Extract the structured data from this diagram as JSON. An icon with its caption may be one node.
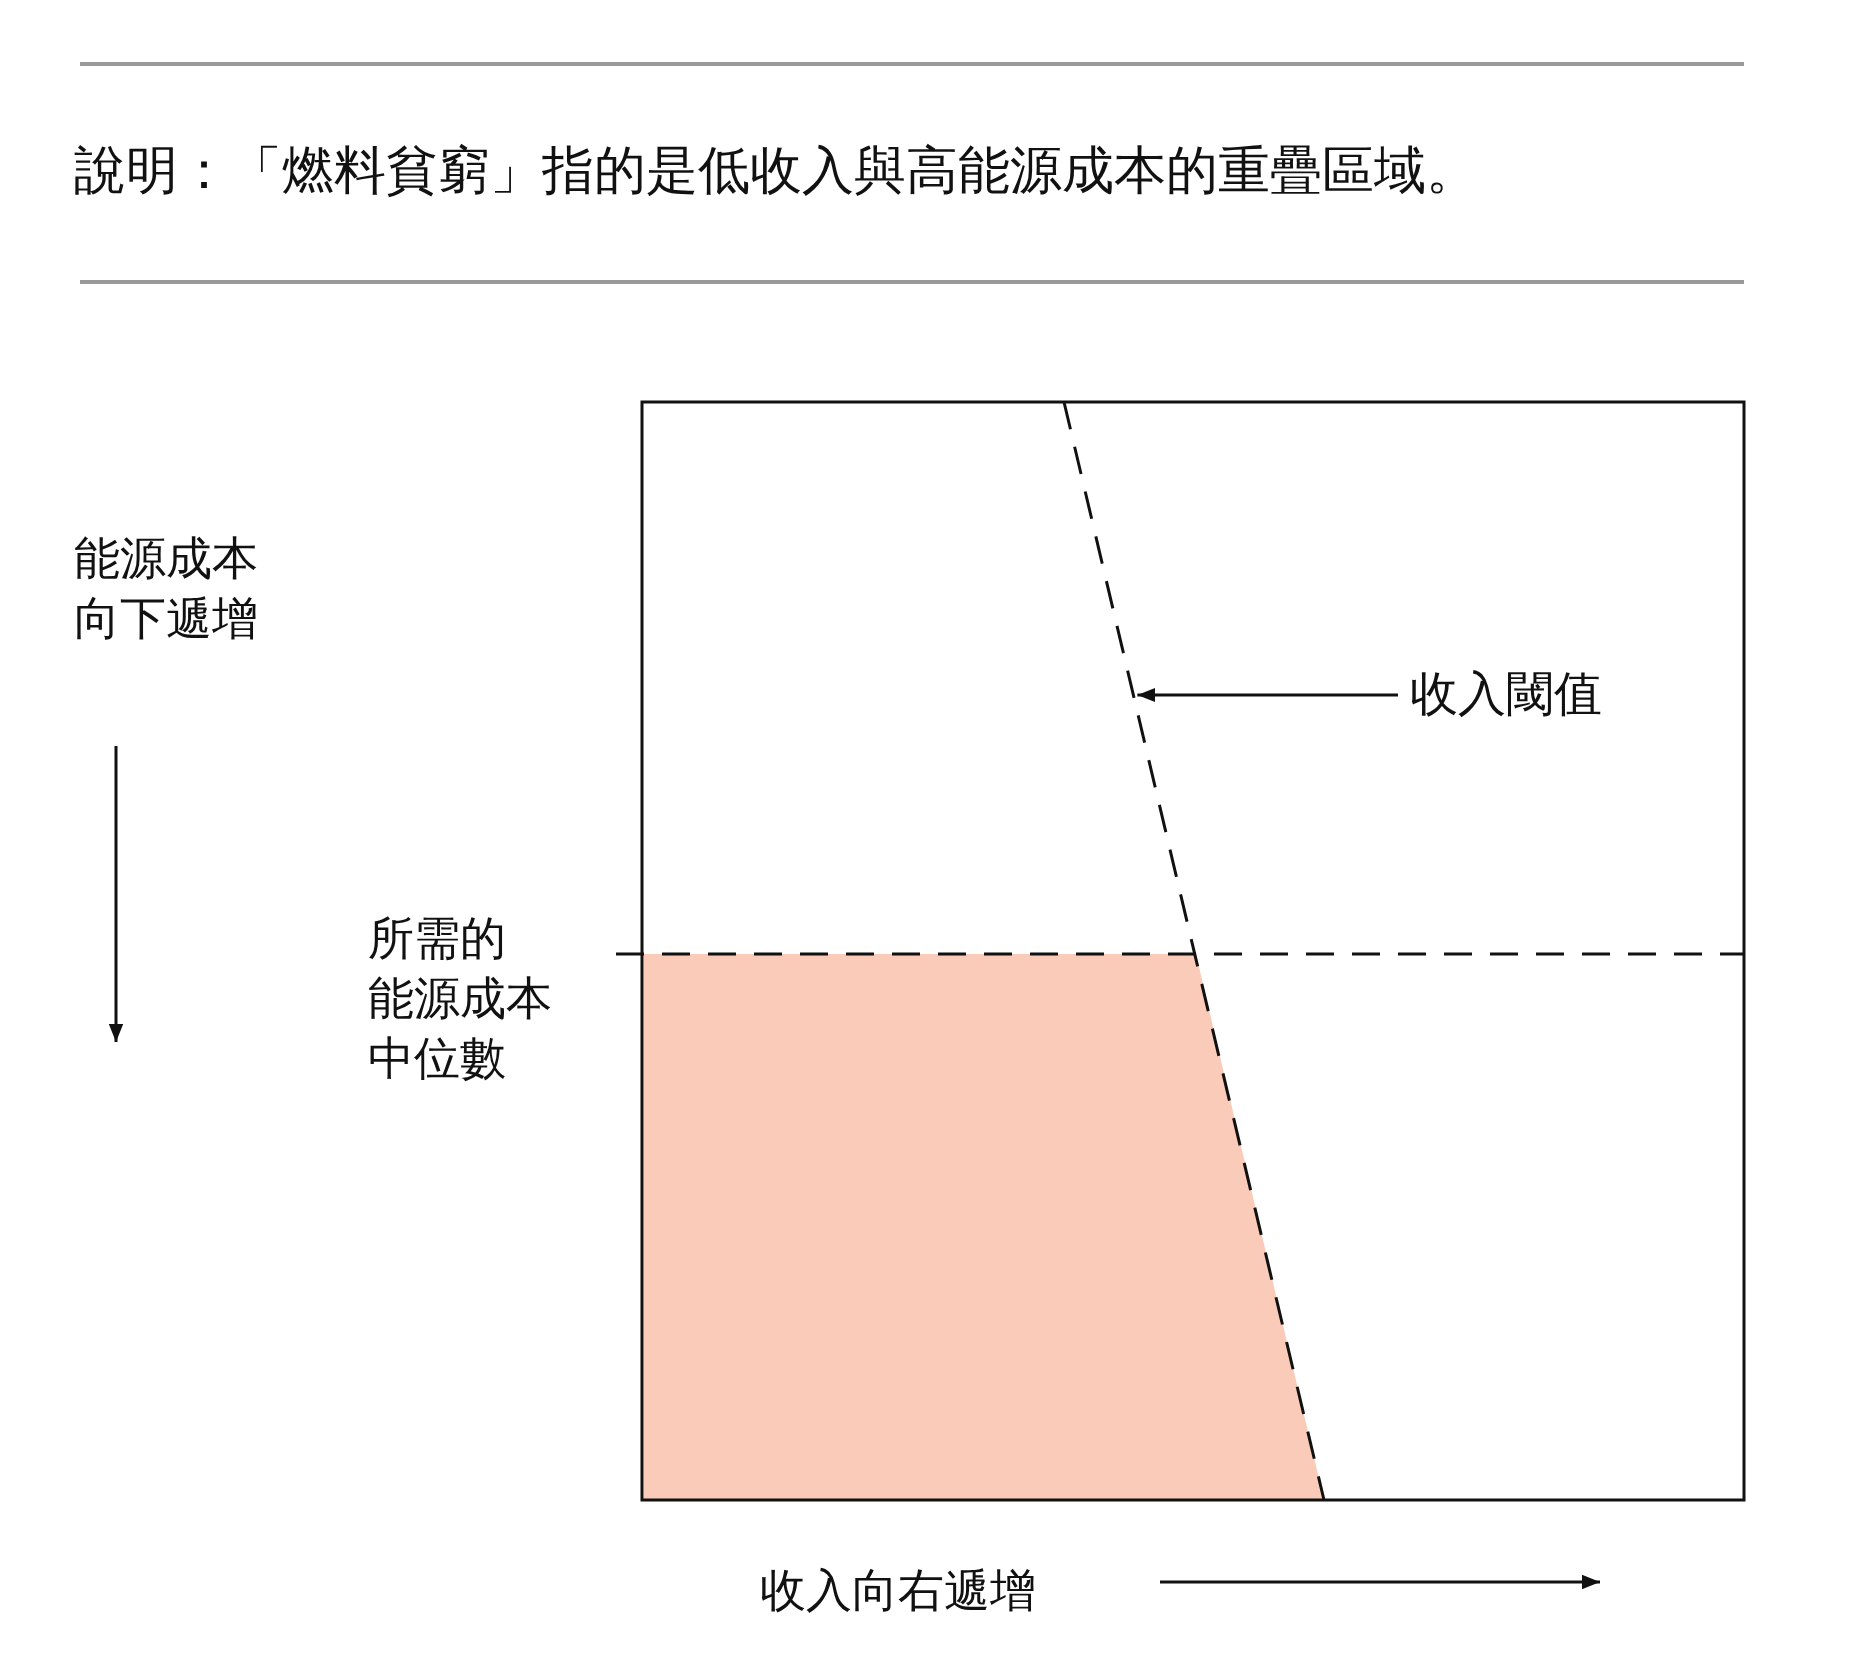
{
  "diagram": {
    "title": "說明：「燃料貧窮」指的是低收入與高能源成本的重疊區域。",
    "nodes": [
      {
        "text": [
          "收入閾值"
        ]
      },
      {
        "text": [],
        "shape": "line"
      }
    ],
    "edges": [
      {
        "from": 0,
        "to": 1,
        "arrow": "to"
      }
    ],
    "labels": [
      "能源成本向下遞增",
      "所需的能源成本中位數",
      "收入向右遞增"
    ]
  }
}
